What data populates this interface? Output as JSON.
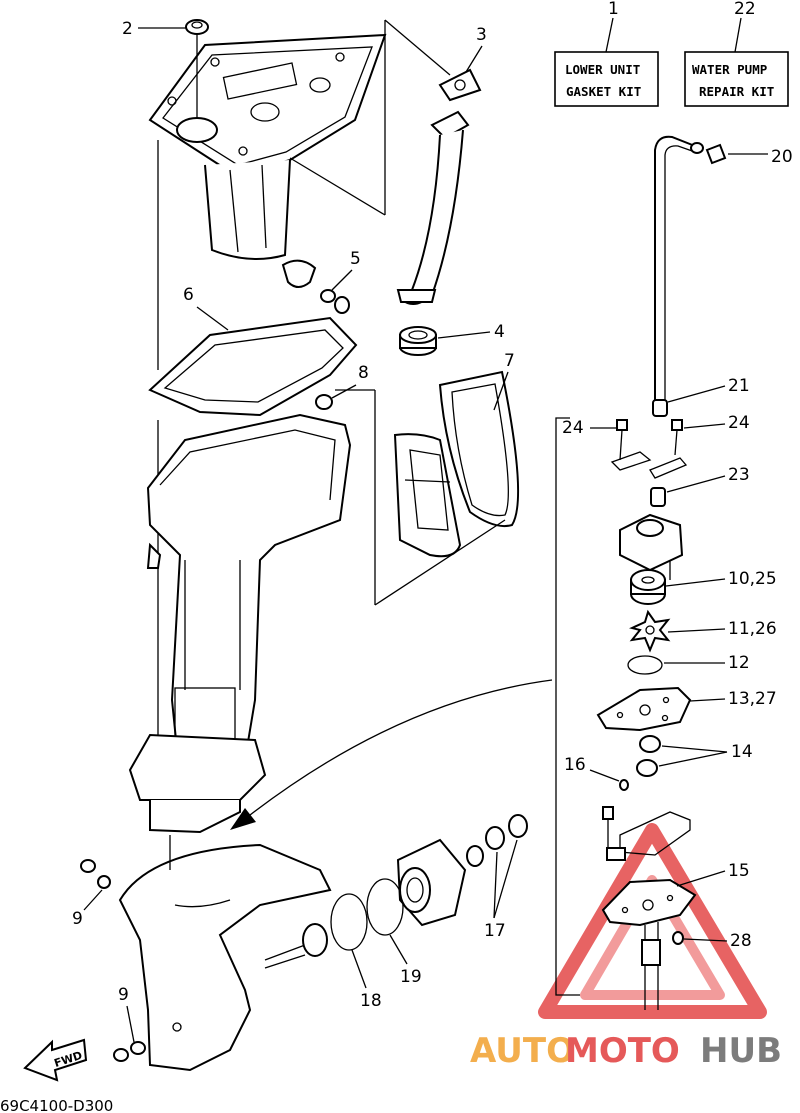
{
  "diagram": {
    "kits": [
      {
        "number": "1",
        "line1": "LOWER UNIT",
        "line2": "GASKET KIT"
      },
      {
        "number": "22",
        "line1": "WATER PUMP",
        "line2": "REPAIR KIT"
      }
    ],
    "labels": {
      "p2": "2",
      "p3": "3",
      "p4": "4",
      "p5": "5",
      "p6": "6",
      "p7": "7",
      "p8": "8",
      "p9a": "9",
      "p9b": "9",
      "p10": "10,25",
      "p11": "11,26",
      "p12": "12",
      "p13": "13,27",
      "p14": "14",
      "p15": "15",
      "p16": "16",
      "p17": "17",
      "p18": "18",
      "p19": "19",
      "p20": "20",
      "p21": "21",
      "p23": "23",
      "p24a": "24",
      "p24b": "24",
      "p28": "28"
    },
    "fwd": "FWD",
    "code": "69C4100-D300"
  },
  "watermark": {
    "part1": "AUTO",
    "part2": "MOTO",
    "part3": "HUB"
  },
  "colors": {
    "watermark_red": "#e34848",
    "watermark_orange": "#f2a63a",
    "watermark_dark": "#6e6e6e"
  }
}
